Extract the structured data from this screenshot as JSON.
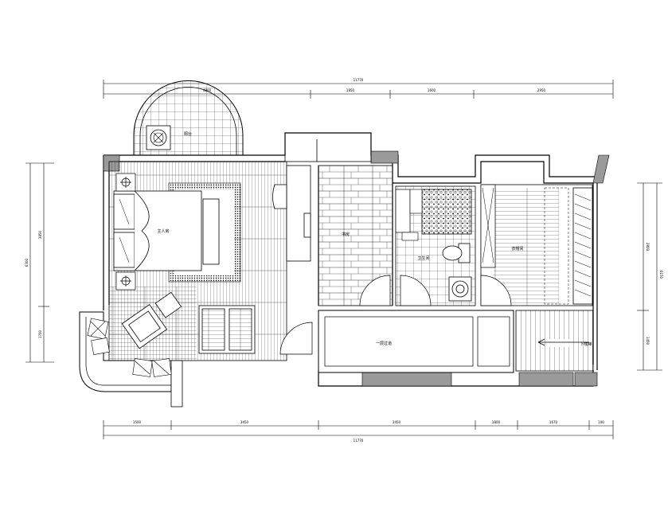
{
  "dimensions": {
    "top_total": "11770",
    "top_segments": [
      "4800",
      "1850",
      "1600",
      "2950"
    ],
    "bottom_total": "11770",
    "bottom_segments": [
      "1500",
      "3450",
      "3450",
      "1800",
      "1670",
      "100"
    ],
    "left_total": "6300",
    "left_segments": [
      "3850",
      "1700"
    ],
    "right_total": "6150",
    "right_segments": [
      "2800",
      "1450"
    ]
  },
  "rooms": {
    "balcony": "阳台",
    "master_bedroom": "主人房",
    "study": "书房",
    "bathroom": "卫生间",
    "cloakroom": "衣帽间",
    "corridor": "一层过道",
    "stairs": "下楼梯"
  }
}
